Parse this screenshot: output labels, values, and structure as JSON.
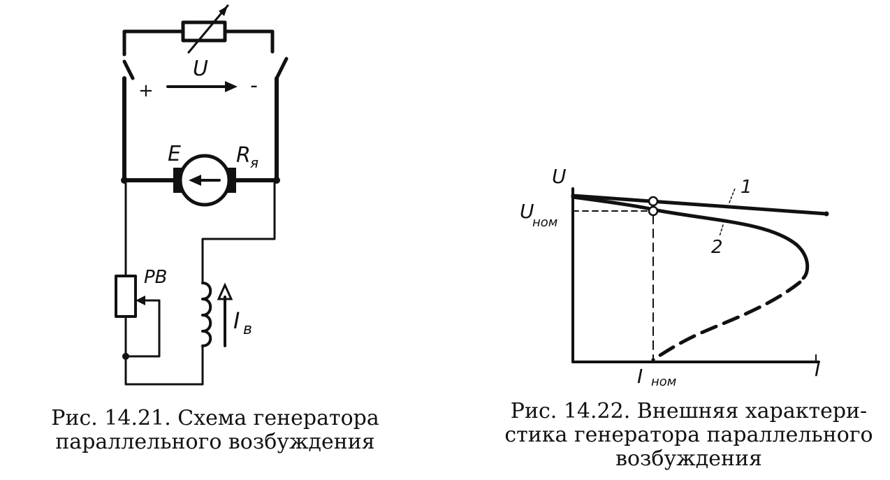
{
  "fig1": {
    "label_u": "U",
    "label_plus": "+",
    "label_minus": "-",
    "label_e": "E",
    "label_r": "R",
    "label_r_sub": "я",
    "label_rv": "РВ",
    "label_i": "I",
    "label_i_sub": "в",
    "caption_line1": "Рис.  14.21.  Схема  генератора",
    "caption_line2": "параллельного  возбуждения"
  },
  "fig2": {
    "axis_y": "U",
    "axis_x": "I",
    "label_unom": "U",
    "label_unom_sub": "ном",
    "label_inom": "I",
    "label_inom_sub": "ном",
    "curve1_label": "1",
    "curve2_label": "2",
    "caption_line1": "Рис. 14.22. Внешняя характери-",
    "caption_line2": "стика генератора параллельного",
    "caption_line3": "возбуждения"
  }
}
